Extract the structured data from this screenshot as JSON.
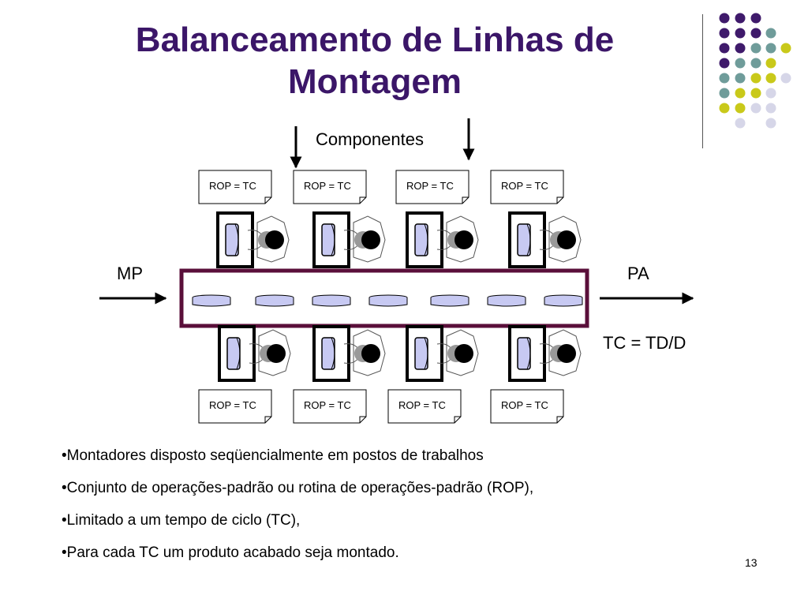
{
  "slide": {
    "title_line1": "Balanceamento de Linhas de",
    "title_line2": "Montagem",
    "page_number": "13"
  },
  "diagram": {
    "components_label": "Componentes",
    "input_label": "MP",
    "output_label": "PA",
    "cycle_formula": "TC = TD/D",
    "station_note": "ROP = TC"
  },
  "bullets": [
    "•Montadores disposto seqüencialmente em postos de trabalhos",
    "•Conjunto de operações-padrão ou  rotina de operações-padrão (ROP),",
    "•Limitado a um tempo de ciclo (TC),",
    "•Para cada TC um produto acabado seja montado."
  ],
  "colors": {
    "title": "#3b1668",
    "conveyor": "#5a0f3a",
    "part_fill": "#c7c9f2",
    "dot_purple": "#3f1a6b",
    "dot_teal": "#6f9c9a",
    "dot_yellow": "#c9c91a",
    "dot_lavender": "#d6d6e8"
  }
}
